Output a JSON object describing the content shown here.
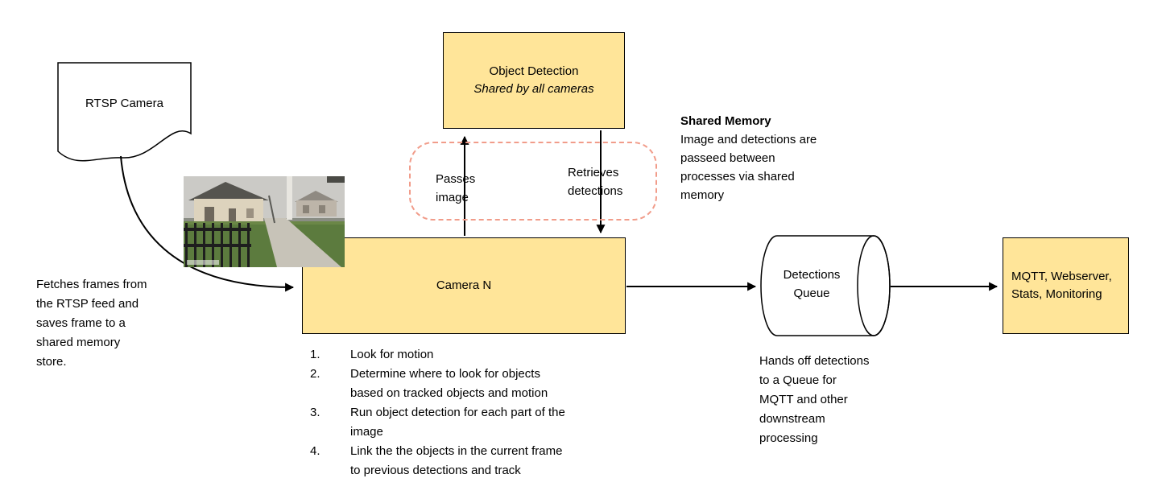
{
  "diagram": {
    "rtsp_camera": {
      "label": "RTSP Camera"
    },
    "object_detection": {
      "title": "Object Detection",
      "subtitle": "Shared by all cameras"
    },
    "camera_n": {
      "label": "Camera N"
    },
    "detections_queue": {
      "label": "Detections\nQueue"
    },
    "mqtt_box": {
      "label": "MQTT, Webserver,\nStats, Monitoring"
    },
    "arrow_labels": {
      "passes_image": "Passes\nimage",
      "retrieves_detections": "Retrieves\ndetections"
    },
    "notes": {
      "shared_memory_title": "Shared Memory",
      "shared_memory_body": "Image and detections are\npasseed between\nprocesses via shared\nmemory",
      "fetch_note": "Fetches frames from\nthe RTSP feed and\nsaves frame to a\nshared memory\nstore.",
      "queue_note": "Hands off detections\nto a Queue for\nMQTT and other\ndownstream\nprocessing"
    },
    "camera_steps": [
      {
        "num": "1.",
        "text": "Look for motion"
      },
      {
        "num": "2.",
        "text": "Determine where to look for objects\nbased on tracked objects and motion"
      },
      {
        "num": "3.",
        "text": "Run object detection for each part of the\nimage"
      },
      {
        "num": "4.",
        "text": "Link the the objects in the current frame\nto previous detections and track"
      }
    ],
    "colors": {
      "node_fill": "#ffe599",
      "node_border": "#000000",
      "shared_memory_dash": "#f19c8a",
      "arrow": "#000000"
    }
  }
}
